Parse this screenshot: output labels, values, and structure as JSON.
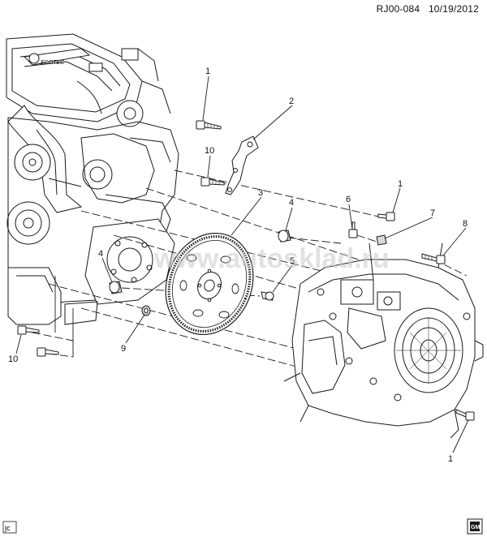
{
  "header": {
    "code": "RJ00-084",
    "date": "10/19/2012"
  },
  "watermark": "www.autosklad.ru",
  "engine_logo": "ECOTEC",
  "gm_logo": "GM",
  "footer_code": "jc",
  "callouts": [
    {
      "id": "c1a",
      "label": "1"
    },
    {
      "id": "c2",
      "label": "2"
    },
    {
      "id": "c10a",
      "label": "10"
    },
    {
      "id": "c3",
      "label": "3"
    },
    {
      "id": "c4a",
      "label": "4"
    },
    {
      "id": "c6",
      "label": "6"
    },
    {
      "id": "c1b",
      "label": "1"
    },
    {
      "id": "c7",
      "label": "7"
    },
    {
      "id": "c8",
      "label": "8"
    },
    {
      "id": "c4b",
      "label": "4"
    },
    {
      "id": "c5",
      "label": "5"
    },
    {
      "id": "c9",
      "label": "9"
    },
    {
      "id": "c10b",
      "label": "10"
    },
    {
      "id": "c1c",
      "label": "1"
    }
  ],
  "colors": {
    "line": "#1a1a1a",
    "fill_light": "#ffffff",
    "fill_shade": "#d9d9d9",
    "watermark": "#c8c8c8"
  }
}
